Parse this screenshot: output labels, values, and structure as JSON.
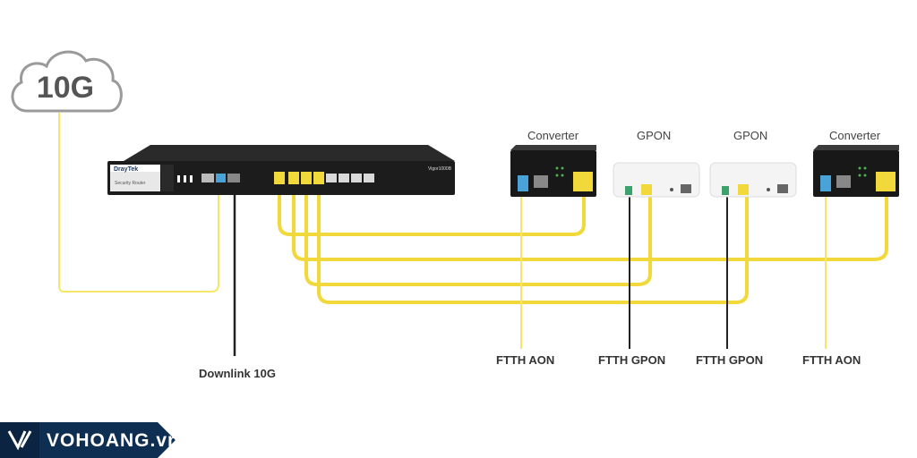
{
  "cloud": {
    "label": "10G"
  },
  "router": {
    "brand": "DrayTek",
    "model": "Vigor1000B",
    "subtitle": "Security Router"
  },
  "devices": [
    {
      "label": "Converter"
    },
    {
      "label": "GPON"
    },
    {
      "label": "GPON"
    },
    {
      "label": "Converter"
    }
  ],
  "downlink": {
    "label": "Downlink 10G"
  },
  "ports": [
    {
      "label": "FTTH AON"
    },
    {
      "label": "FTTH GPON"
    },
    {
      "label": "FTTH GPON"
    },
    {
      "label": "FTTH AON"
    }
  ],
  "brand_badge": {
    "text": "VOHOANG.vn"
  },
  "colors": {
    "cable": "#f2d93b",
    "fiber": "#f5e66a",
    "dark": "#1e1e1e",
    "badge": "#0f2f52"
  }
}
